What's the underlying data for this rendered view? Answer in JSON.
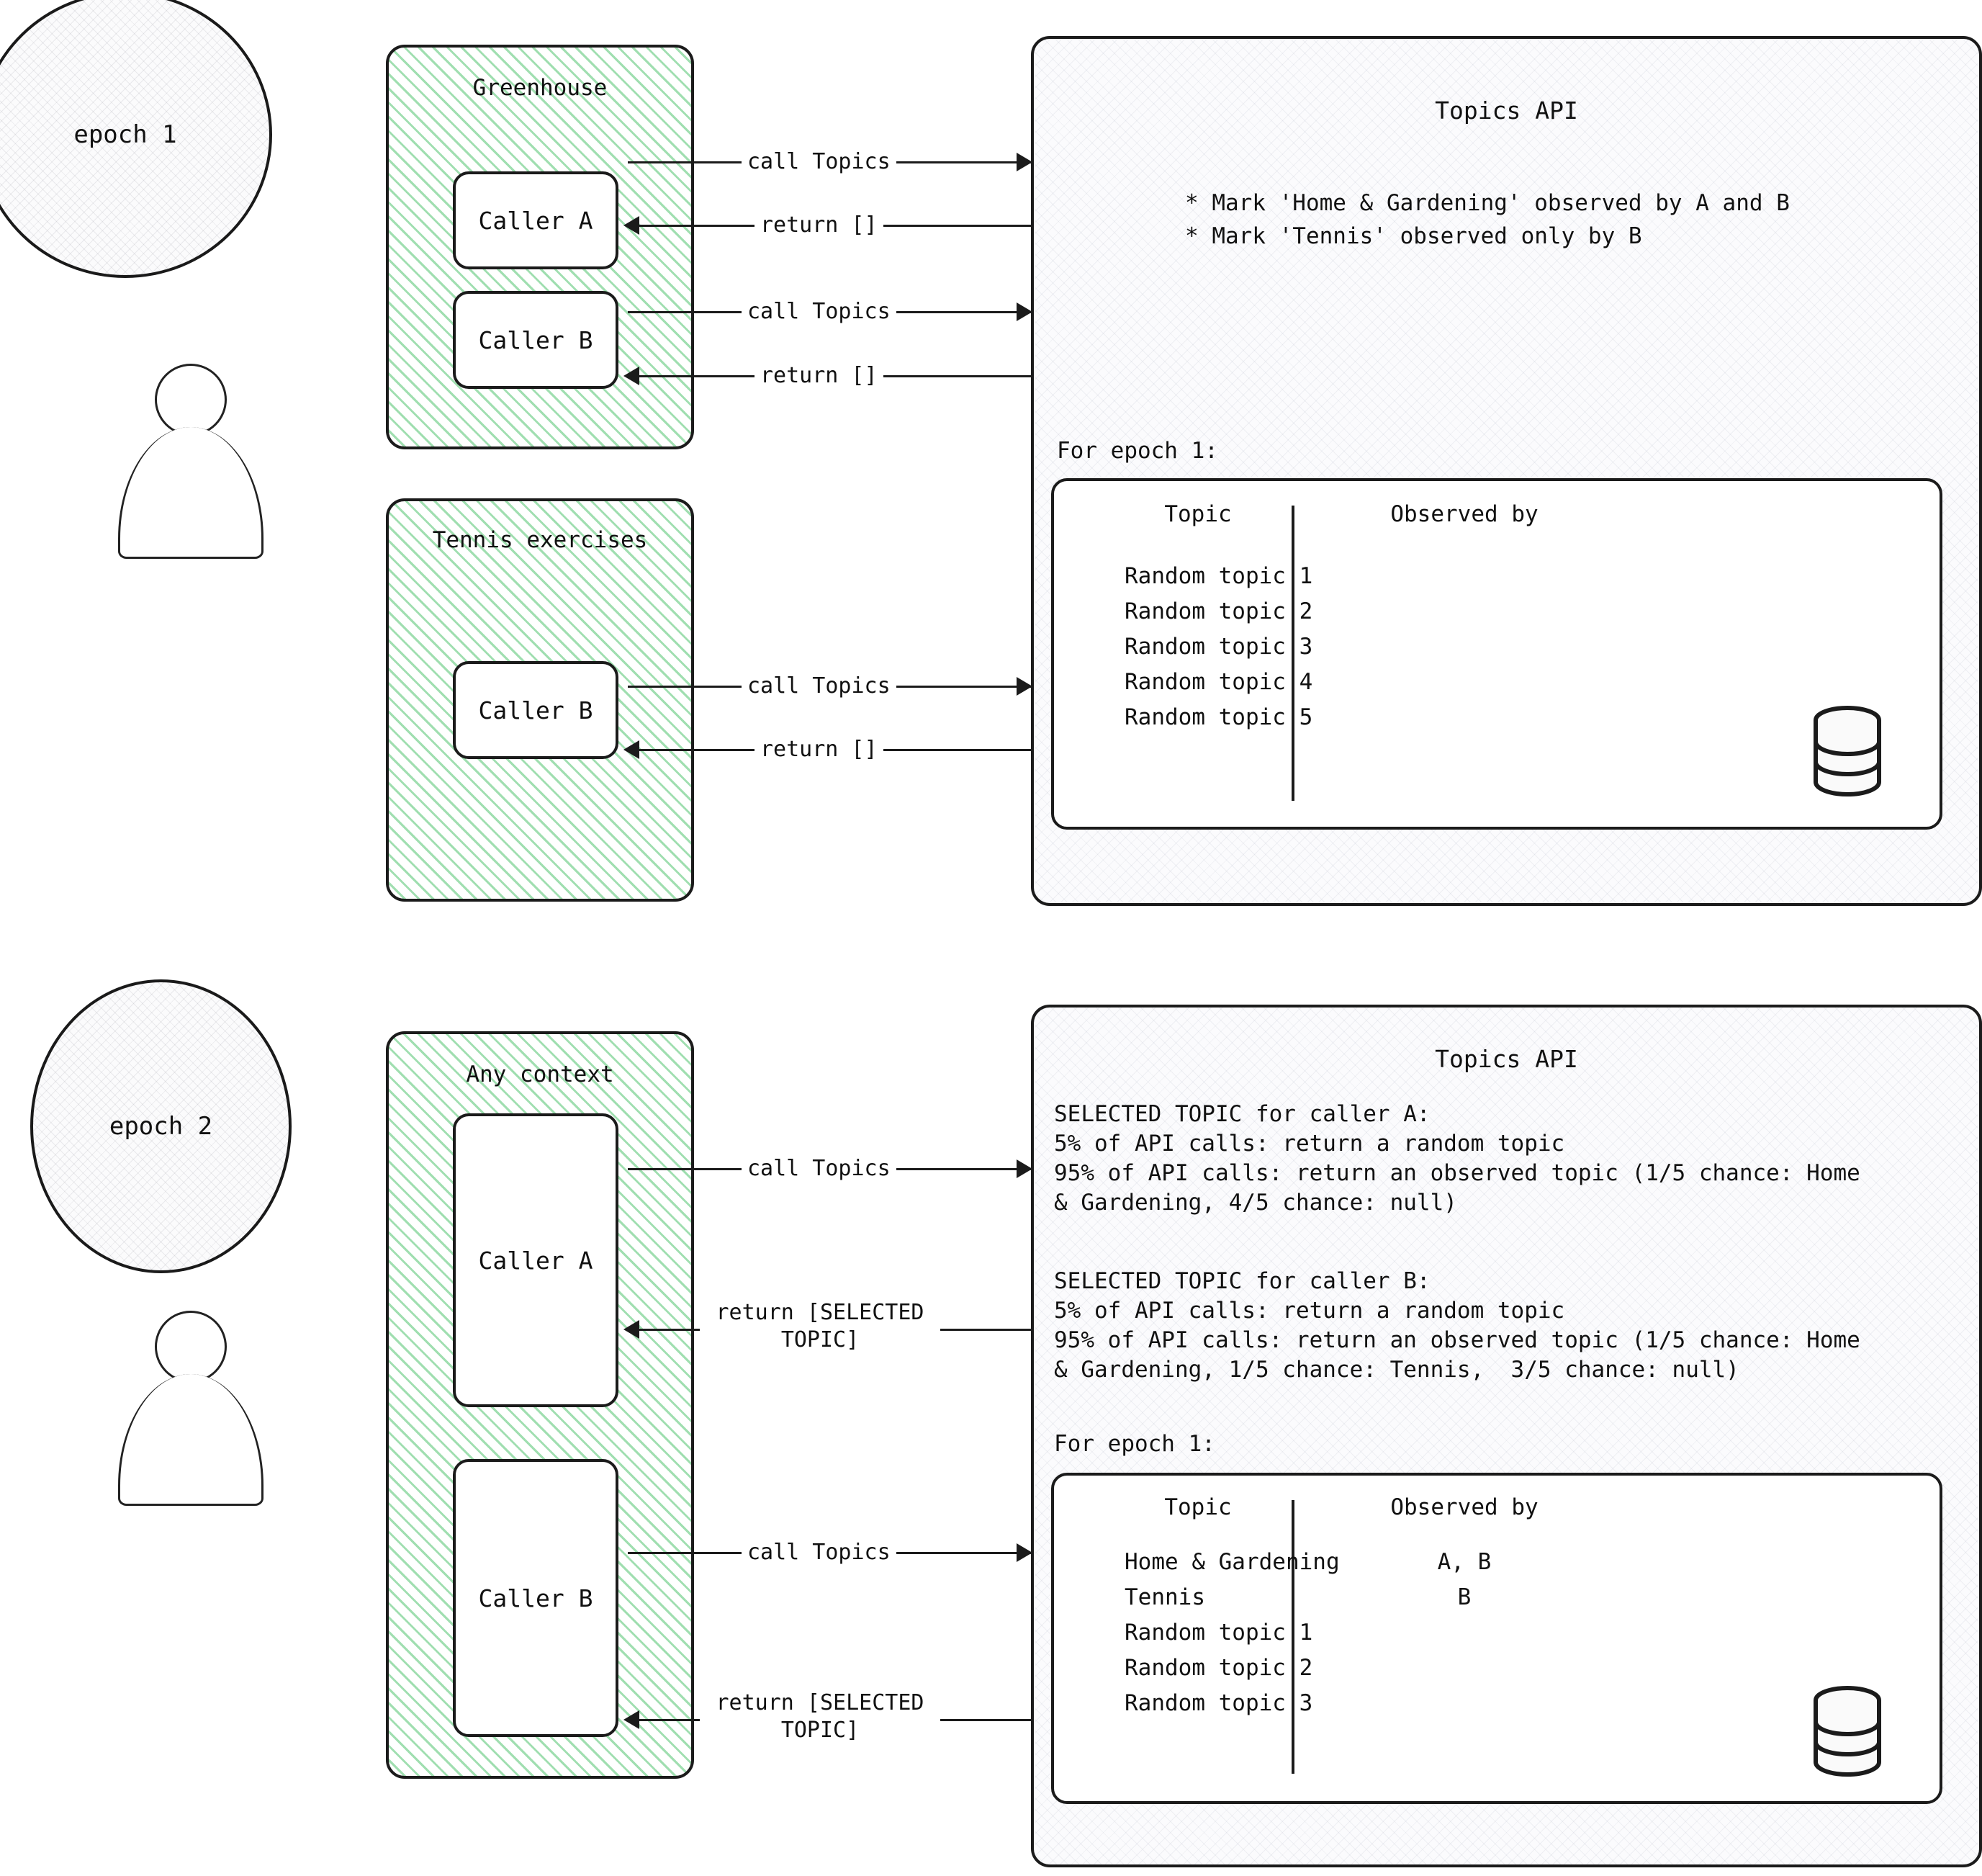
{
  "diagram": {
    "title": "Topics API epochs diagram",
    "accent_green": "#52c470",
    "stroke": "#1b1b1b"
  },
  "epoch1": {
    "bubble_label": "epoch 1",
    "actor_name": "user-actor",
    "contexts": [
      {
        "title": "Greenhouse",
        "nodes": [
          {
            "label": "Caller A"
          },
          {
            "label": "Caller B"
          }
        ]
      },
      {
        "title": "Tennis exercises",
        "nodes": [
          {
            "label": "Caller B"
          }
        ]
      }
    ],
    "connectors": [
      {
        "label": "call Topics",
        "direction": "right"
      },
      {
        "label": "return []",
        "direction": "left"
      },
      {
        "label": "call Topics",
        "direction": "right"
      },
      {
        "label": "return []",
        "direction": "left"
      },
      {
        "label": "call Topics",
        "direction": "right"
      },
      {
        "label": "return []",
        "direction": "left"
      }
    ],
    "api": {
      "title": "Topics API",
      "bullets": [
        "* Mark 'Home & Gardening' observed by A and B",
        "* Mark 'Tennis' observed only by B"
      ],
      "table_caption": "For epoch 1:",
      "table": {
        "headers": [
          "Topic",
          "Observed by"
        ],
        "rows": [
          {
            "topic": "Random topic 1",
            "observed_by": ""
          },
          {
            "topic": "Random topic 2",
            "observed_by": ""
          },
          {
            "topic": "Random topic 3",
            "observed_by": ""
          },
          {
            "topic": "Random topic 4",
            "observed_by": ""
          },
          {
            "topic": "Random topic 5",
            "observed_by": ""
          }
        ]
      },
      "db_icon": "database-cylinder-icon"
    }
  },
  "epoch2": {
    "bubble_label": "epoch 2",
    "actor_name": "user-actor",
    "contexts": [
      {
        "title": "Any context",
        "nodes": [
          {
            "label": "Caller A"
          },
          {
            "label": "Caller B"
          }
        ]
      }
    ],
    "connectors": [
      {
        "label": "call Topics",
        "direction": "right"
      },
      {
        "label": "return [SELECTED\nTOPIC]",
        "direction": "left"
      },
      {
        "label": "call Topics",
        "direction": "right"
      },
      {
        "label": "return [SELECTED\nTOPIC]",
        "direction": "left"
      }
    ],
    "api": {
      "title": "Topics API",
      "blocks": [
        "SELECTED TOPIC for caller A:\n5% of API calls: return a random topic\n95% of API calls: return an observed topic (1/5 chance: Home\n& Gardening, 4/5 chance: null)",
        "SELECTED TOPIC for caller B:\n5% of API calls: return a random topic\n95% of API calls: return an observed topic (1/5 chance: Home\n& Gardening, 1/5 chance: Tennis,  3/5 chance: null)"
      ],
      "table_caption": "For epoch 1:",
      "table": {
        "headers": [
          "Topic",
          "Observed by"
        ],
        "rows": [
          {
            "topic": "Home & Gardening",
            "observed_by": "A, B"
          },
          {
            "topic": "Tennis",
            "observed_by": "B"
          },
          {
            "topic": "Random topic 1",
            "observed_by": ""
          },
          {
            "topic": "Random topic 2",
            "observed_by": ""
          },
          {
            "topic": "Random topic 3",
            "observed_by": ""
          }
        ]
      },
      "db_icon": "database-cylinder-icon"
    }
  }
}
